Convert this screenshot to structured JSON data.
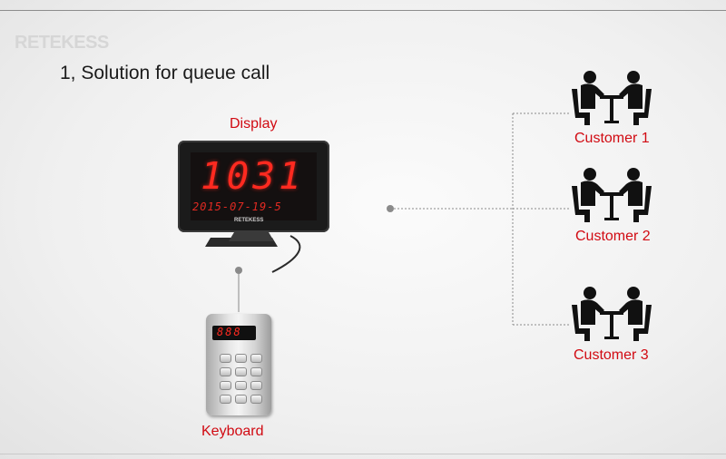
{
  "brand": "RETEKESS",
  "title": "1, Solution for queue call",
  "display": {
    "label": "Display",
    "number": "1031",
    "date": "2015-07-19-5",
    "logo": "RETEKESS"
  },
  "keyboard": {
    "label": "Keyboard",
    "screen_digits": "888"
  },
  "customers": [
    {
      "label": "Customer 1"
    },
    {
      "label": "Customer 2"
    },
    {
      "label": "Customer 3"
    }
  ],
  "colors": {
    "label_red": "#d10a12",
    "led_red": "#ff2a20",
    "connector": "#8a8a8a"
  }
}
